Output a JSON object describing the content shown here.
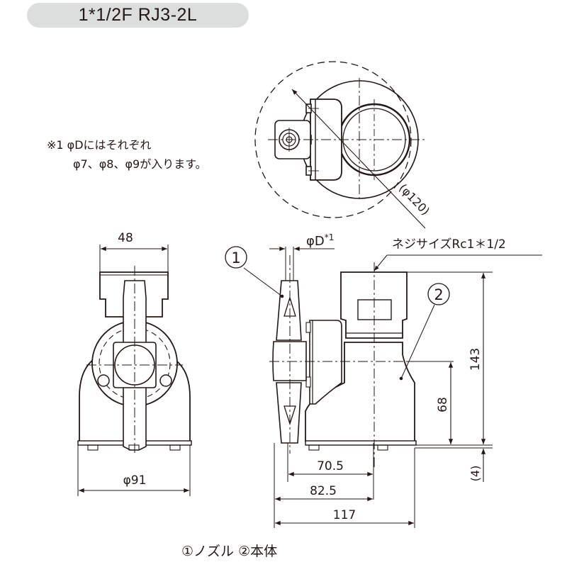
{
  "title": "1*1/2F RJ3-2L",
  "note": {
    "line1": "※1 φDにはそれぞれ",
    "line2": "φ7、φ8、φ9が入ります。"
  },
  "dimensions": {
    "top_view_diameter": "(φ120)",
    "front_width": "48",
    "front_base_diameter": "φ91",
    "nozzle_diameter": "φD",
    "nozzle_diameter_note": "*1",
    "thread_size": "ネジサイズRc1＊1/2",
    "height_total": "143",
    "height_center": "68",
    "base_offset": "(4)",
    "dim_70_5": "70.5",
    "dim_82_5": "82.5",
    "dim_117": "117"
  },
  "callouts": {
    "c1": "1",
    "c2": "2"
  },
  "legend": "①ノズル ②本体",
  "colors": {
    "line": "#231815",
    "title_bg": "#dcdddd"
  }
}
